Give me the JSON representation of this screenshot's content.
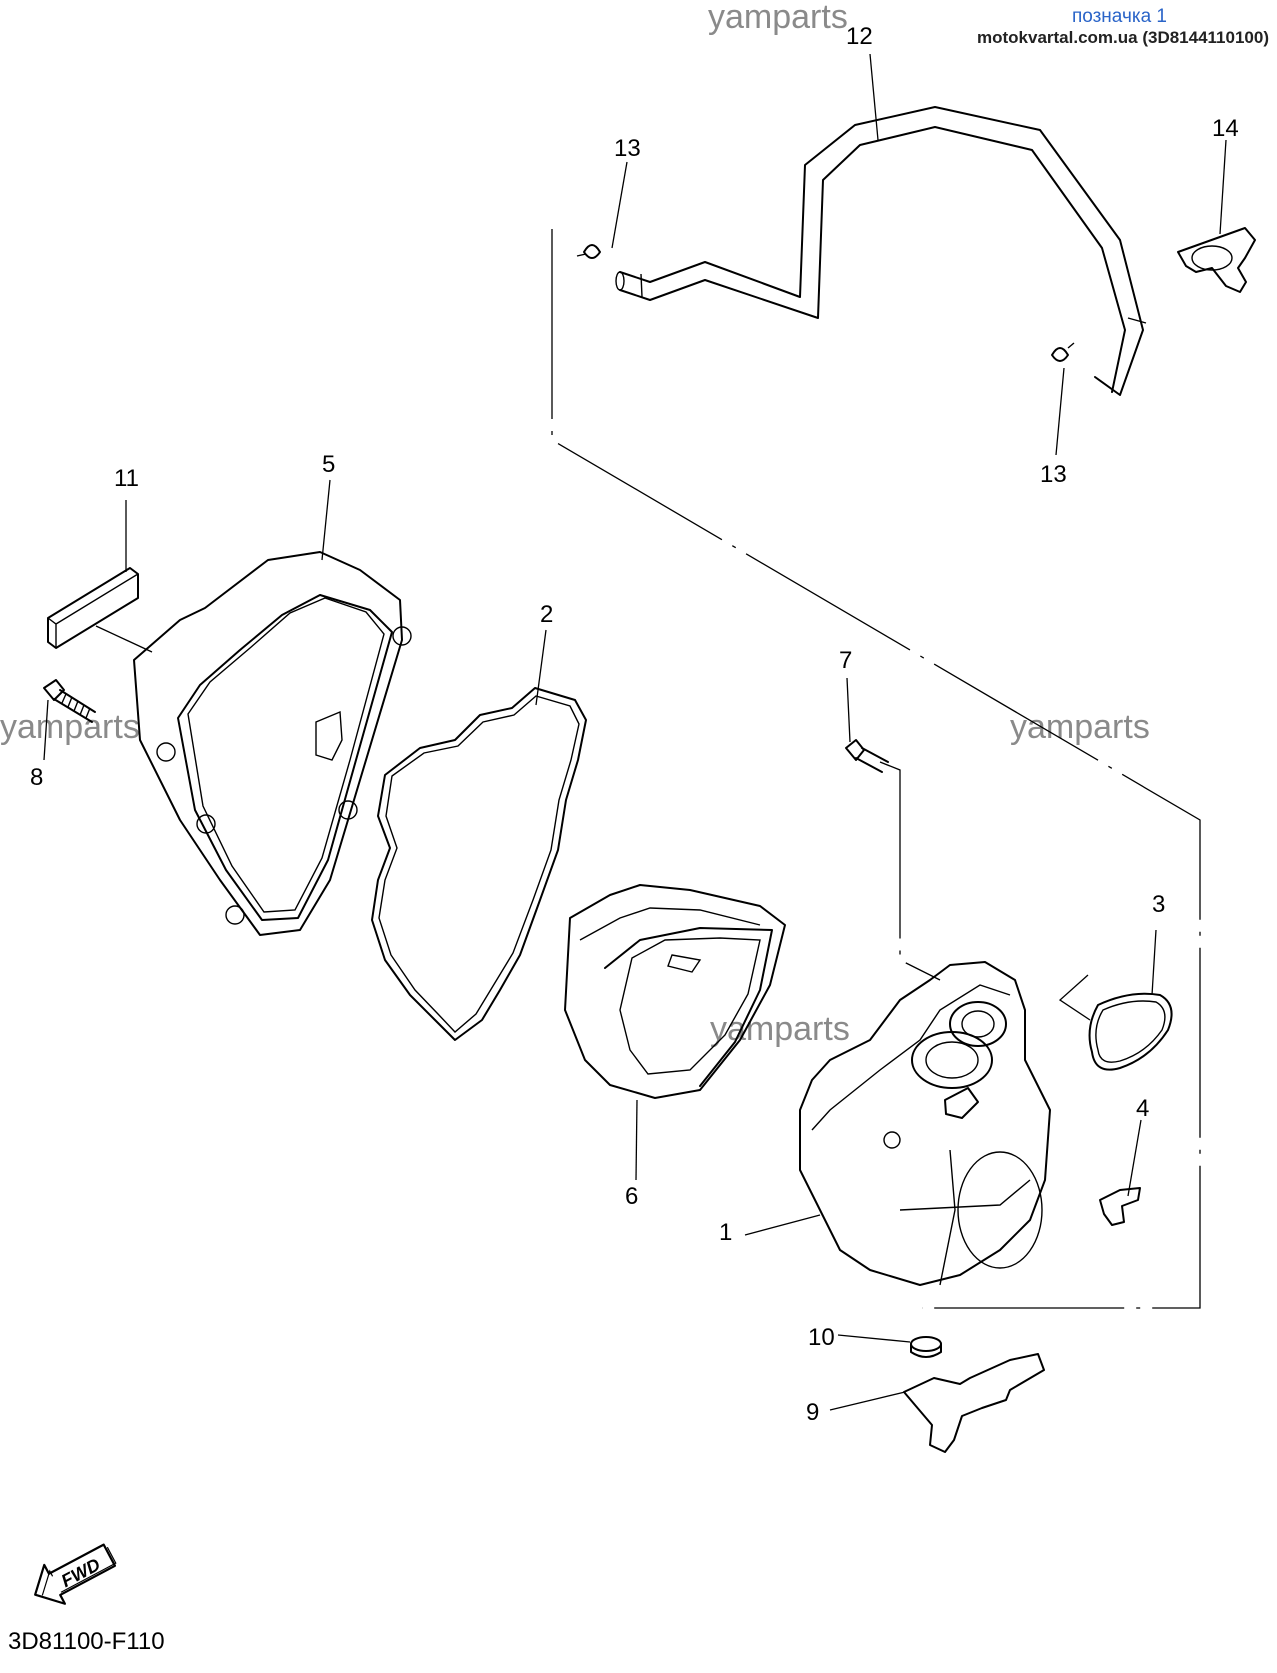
{
  "header": {
    "label": "позначка 1",
    "source": "motokvartal.com.ua (3D8144110100)",
    "label_color": "#2a64c8"
  },
  "watermark": "yamparts",
  "callouts": [
    "1",
    "2",
    "3",
    "4",
    "5",
    "6",
    "7",
    "8",
    "9",
    "10",
    "11",
    "12",
    "13",
    "13",
    "14"
  ],
  "footer": {
    "diagram_code": "3D81100-F110",
    "fwd_text": "FWD"
  },
  "icons": [
    "fwd-arrow-icon"
  ]
}
